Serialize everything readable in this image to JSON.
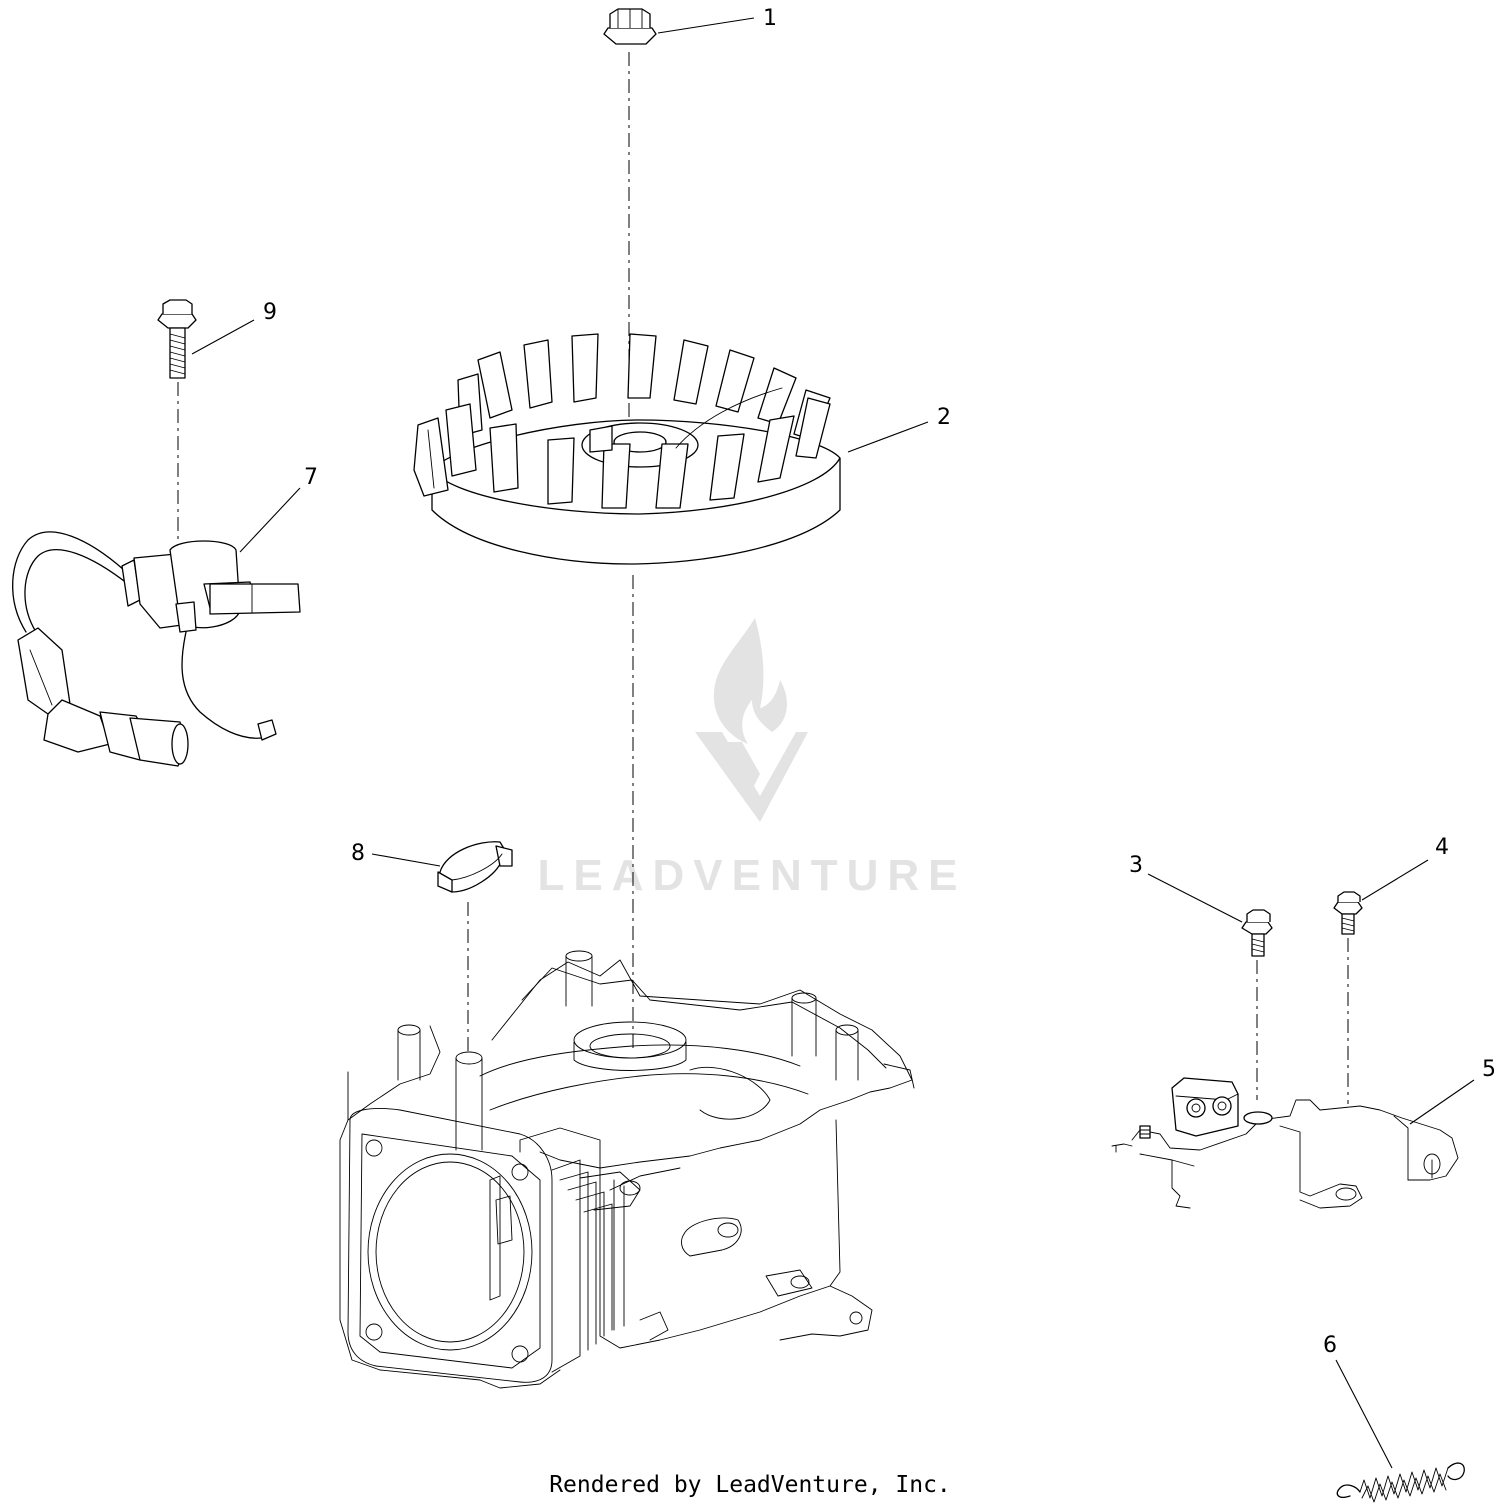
{
  "diagram": {
    "callouts": [
      {
        "id": "1",
        "text": "1"
      },
      {
        "id": "2",
        "text": "2"
      },
      {
        "id": "3",
        "text": "3"
      },
      {
        "id": "4",
        "text": "4"
      },
      {
        "id": "5",
        "text": "5"
      },
      {
        "id": "6",
        "text": "6"
      },
      {
        "id": "7",
        "text": "7"
      },
      {
        "id": "8",
        "text": "8"
      },
      {
        "id": "9",
        "text": "9"
      }
    ],
    "watermark": "LEADVENTURE",
    "footer": "Rendered by LeadVenture, Inc."
  }
}
